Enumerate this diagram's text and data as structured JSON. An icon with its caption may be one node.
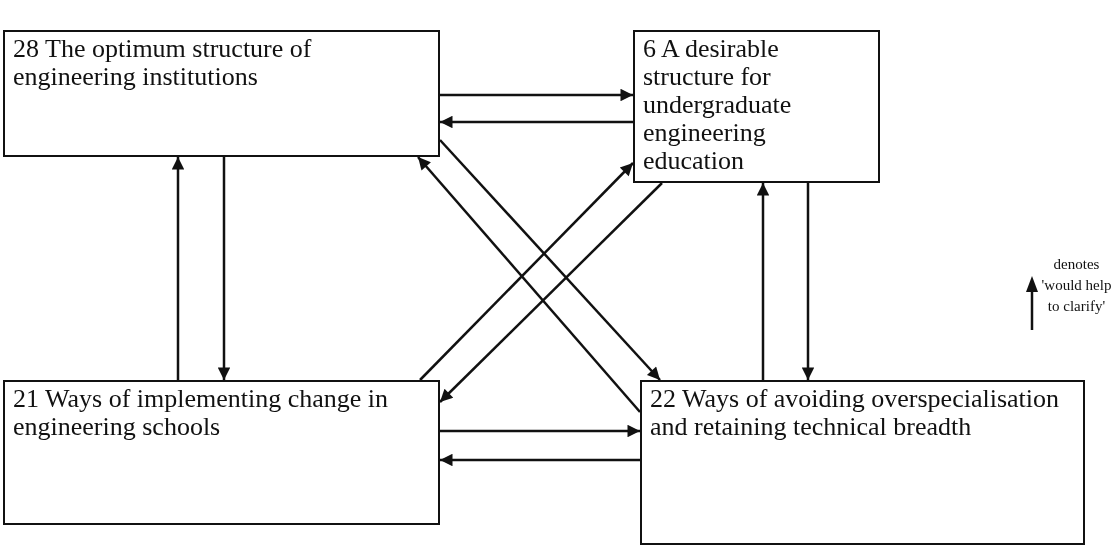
{
  "diagram": {
    "nodes": [
      {
        "text": [
          "28 The optimum structure of engineering institutions"
        ]
      },
      {
        "text": [
          "6 A desirable structure for undergraduate engineering education"
        ]
      },
      {
        "text": [
          "21 Ways of implementing change in engineering schools"
        ]
      },
      {
        "text": [
          "22 Ways of avoiding overspecialisation and retaining technical breadth"
        ]
      }
    ],
    "edges": [
      {
        "from": 0,
        "to": 1,
        "arrow": "to"
      },
      {
        "from": 1,
        "to": 0,
        "arrow": "to"
      },
      {
        "from": 2,
        "to": 0,
        "arrow": "to"
      },
      {
        "from": 0,
        "to": 2,
        "arrow": "to"
      },
      {
        "from": 0,
        "to": 3,
        "arrow": "to"
      },
      {
        "from": 3,
        "to": 0,
        "arrow": "to"
      },
      {
        "from": 2,
        "to": 1,
        "arrow": "to"
      },
      {
        "from": 1,
        "to": 2,
        "arrow": "to"
      },
      {
        "from": 1,
        "to": 3,
        "arrow": "to"
      },
      {
        "from": 3,
        "to": 1,
        "arrow": "to"
      },
      {
        "from": 2,
        "to": 3,
        "arrow": "to"
      },
      {
        "from": 3,
        "to": 2,
        "arrow": "to"
      }
    ],
    "legend": [
      {
        "text": "denotes 'would help to clarify'"
      }
    ]
  }
}
